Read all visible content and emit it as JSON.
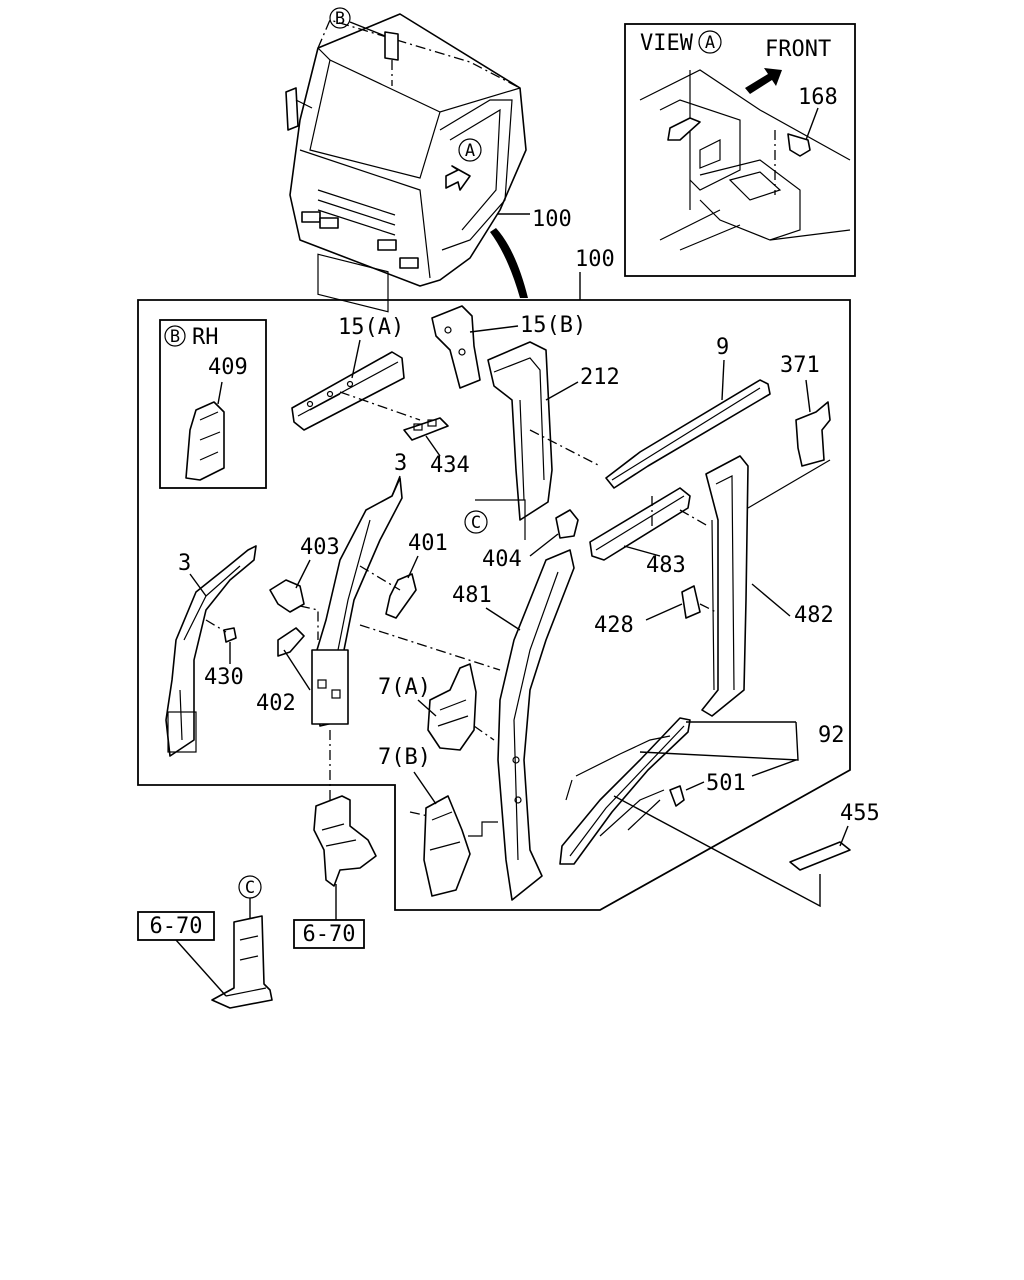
{
  "diagram": {
    "view_box": {
      "title": "VIEW",
      "marker": "A",
      "direction": "FRONT",
      "bolt_label": "168"
    },
    "cab": {
      "marker_a": "A",
      "marker_b": "B",
      "label": "100"
    },
    "assembly_label": "100",
    "inset_rh": {
      "marker": "B",
      "side": "RH",
      "part": "409"
    },
    "parts": {
      "p15a": "15(A)",
      "p15b": "15(B)",
      "p212": "212",
      "p9": "9",
      "p371": "371",
      "p434": "434",
      "p3_upper": "3",
      "p3_left": "3",
      "p403": "403",
      "p401": "401",
      "p404": "404",
      "p483": "483",
      "p481": "481",
      "p428": "428",
      "p482": "482",
      "p430": "430",
      "p402": "402",
      "p7a": "7(A)",
      "p7b": "7(B)",
      "p92": "92",
      "p501": "501",
      "p455": "455"
    },
    "marker_c": "C",
    "marker_c_lower": "C",
    "ref_boxes": [
      "6-70",
      "6-70"
    ]
  }
}
